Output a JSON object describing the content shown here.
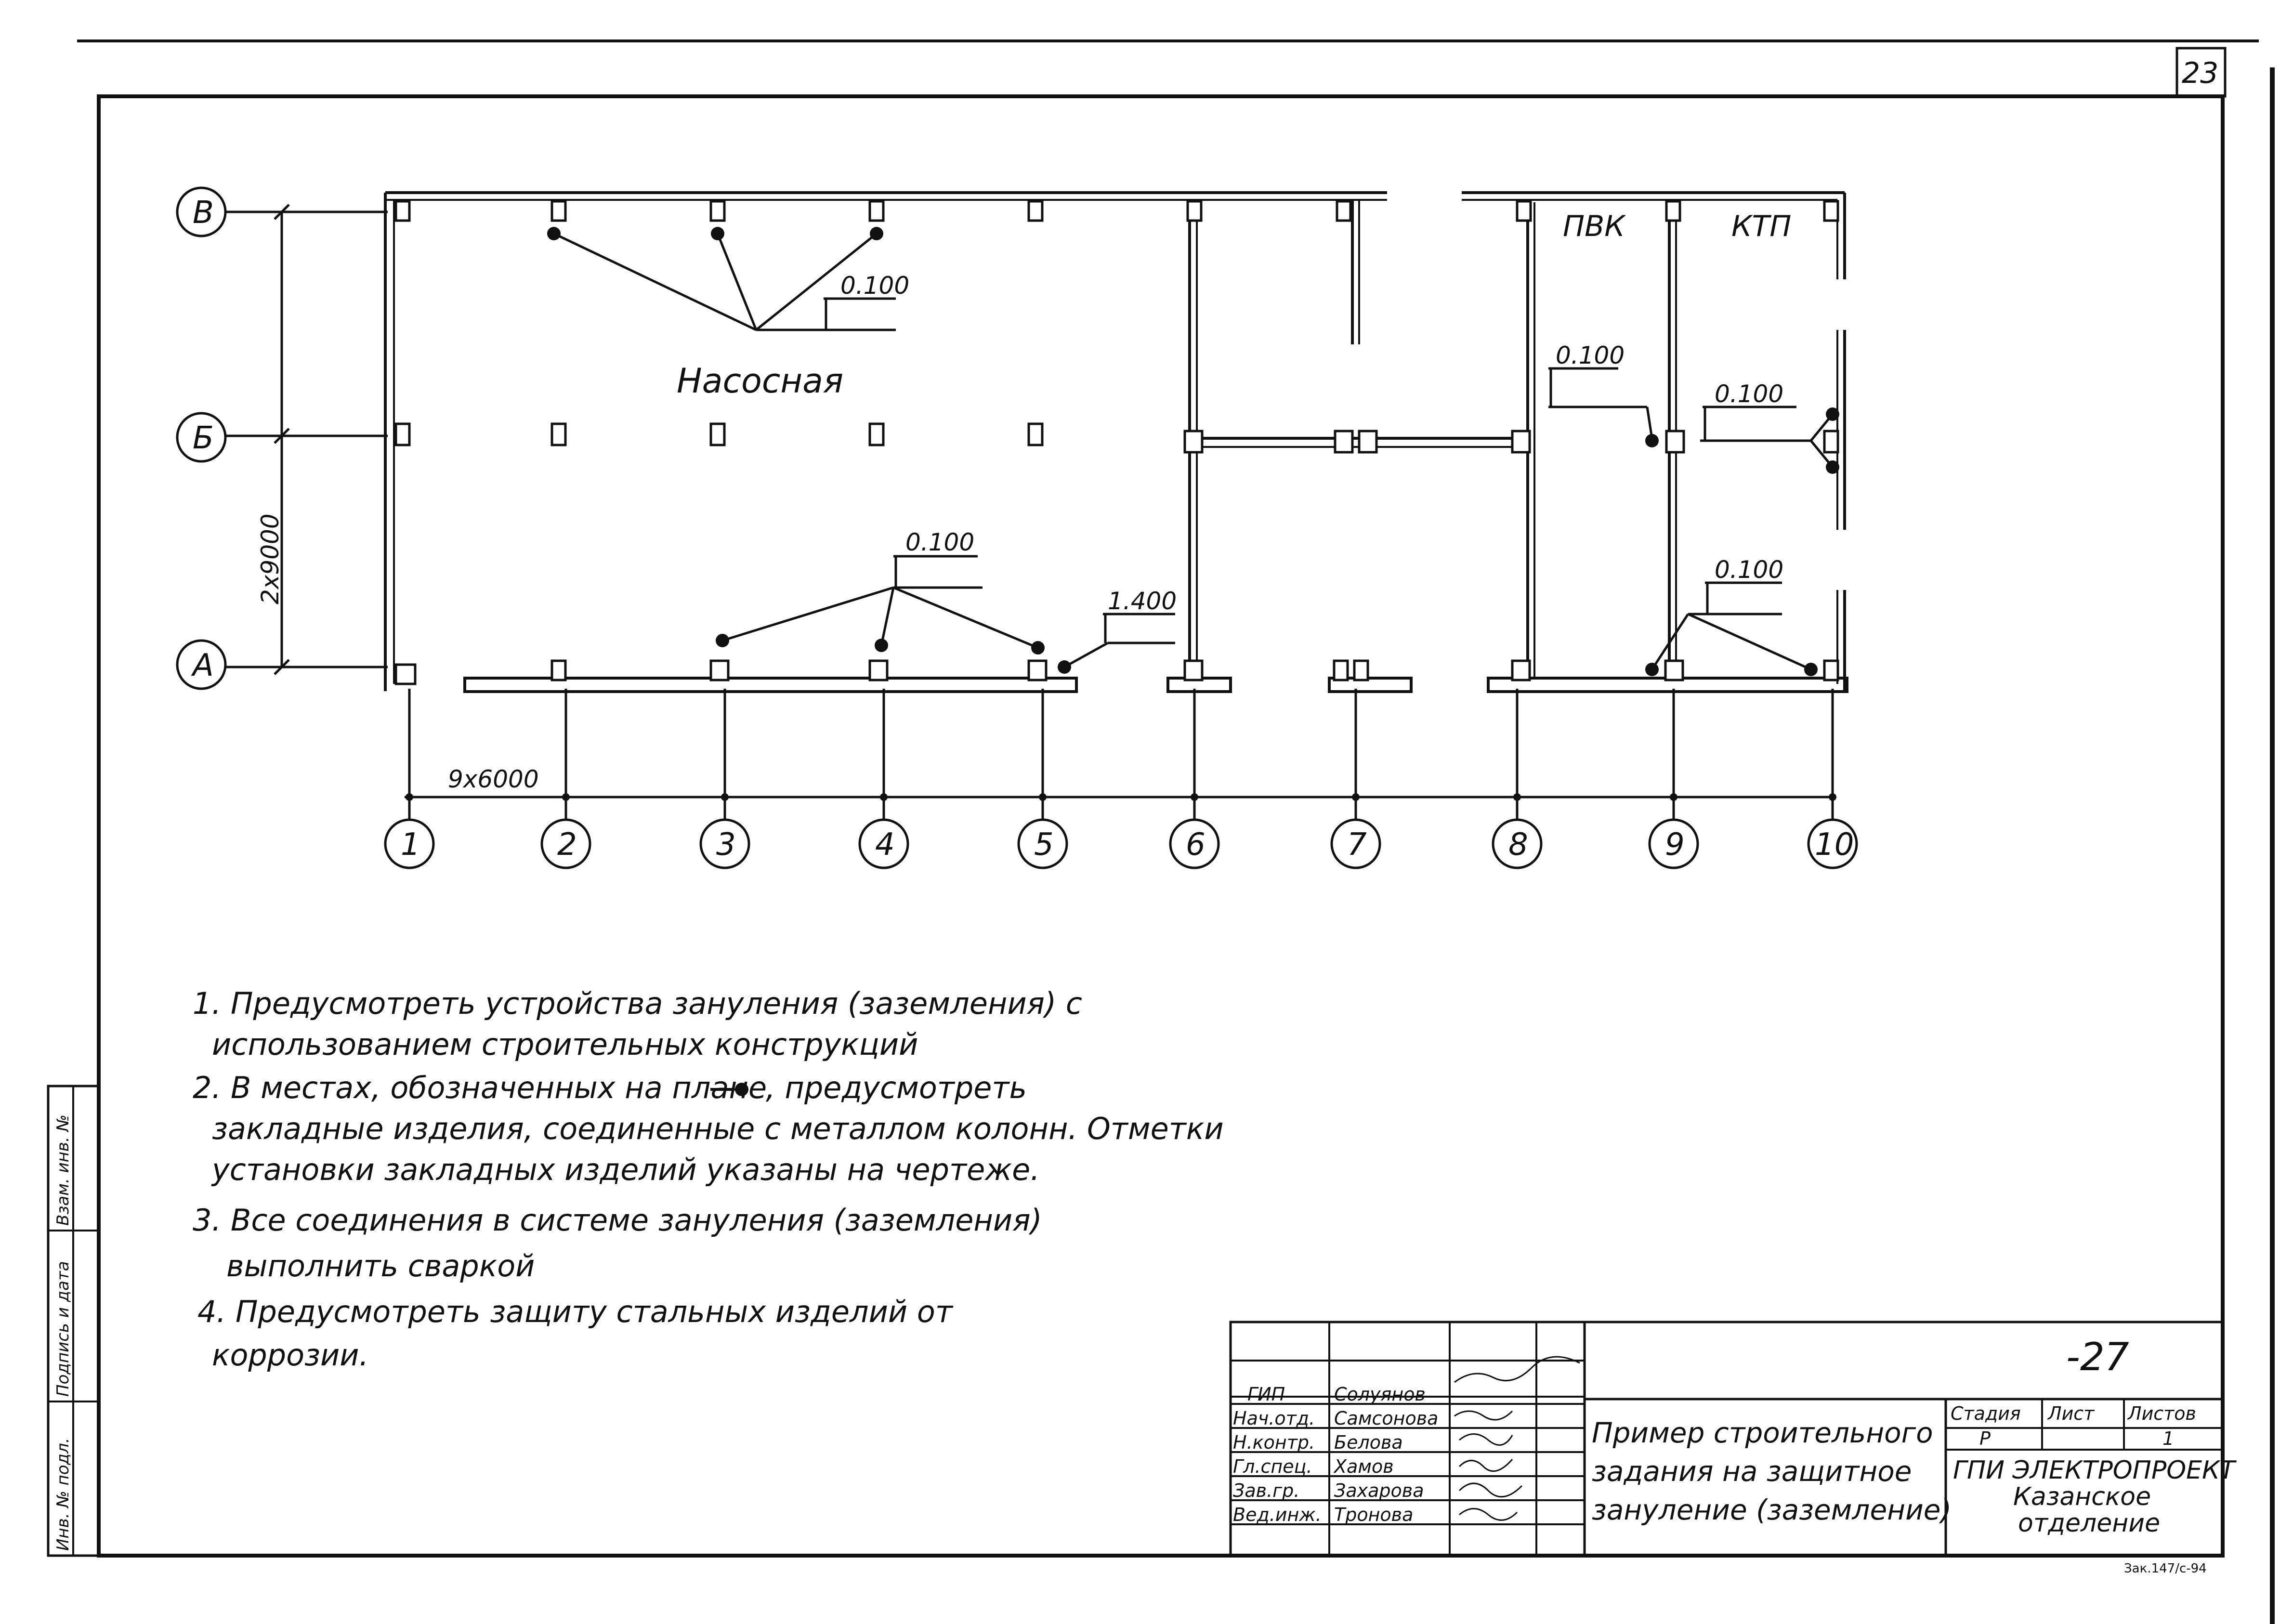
{
  "sheet": {
    "number": "23",
    "order_stamp": "Зак.147/с-94"
  },
  "axes": {
    "rows": [
      "В",
      "Б",
      "А"
    ],
    "columns": [
      "1",
      "2",
      "3",
      "4",
      "5",
      "6",
      "7",
      "8",
      "9",
      "10"
    ],
    "span_vertical": "2x9000",
    "span_horizontal": "9x6000"
  },
  "rooms": {
    "pump": "Насосная",
    "pvk": "ПВК",
    "ktp": "КТП"
  },
  "levels": {
    "l1": "0.100",
    "l2": "0.100",
    "l3": "0.100",
    "l4": "1.400",
    "l5": "0.100",
    "l6": "0.100"
  },
  "notes": [
    "1. Предусмотреть устройства зануления (заземления) с",
    "использованием строительных конструкций",
    "2. В местах, обозначенных на плане",
    ", предусмотреть",
    "закладные изделия, соединенные с металлом колонн. Отметки",
    "установки закладных изделий указаны на чертеже.",
    "3. Все соединения в системе зануления (заземления)",
    "выполнить сваркой",
    "4. Предусмотреть защиту стальных изделий от",
    "коррозии."
  ],
  "side_stamp": [
    "Инв. № подл.",
    "Подпись и дата",
    "Взам. инв. №"
  ],
  "title_block": {
    "doc_code": "-27",
    "roles": [
      "ГИП",
      "Нач.отд.",
      "Н.контр.",
      "Гл.спец.",
      "Зав.гр.",
      "Вед.инж."
    ],
    "names": [
      "Солуянов",
      "Самсонова",
      "Белова",
      "Хамов",
      "Захарова",
      "Тронова"
    ],
    "title_lines": [
      "Пример строительного",
      "задания на защитное",
      "зануление (заземление)"
    ],
    "stage_header": "Стадия",
    "sheet_header": "Лист",
    "sheets_header": "Листов",
    "stage": "Р",
    "sheet": "1",
    "org_lines": [
      "ГПИ ЭЛЕКТРОПРОЕКТ",
      "Казанское",
      "отделение"
    ]
  }
}
